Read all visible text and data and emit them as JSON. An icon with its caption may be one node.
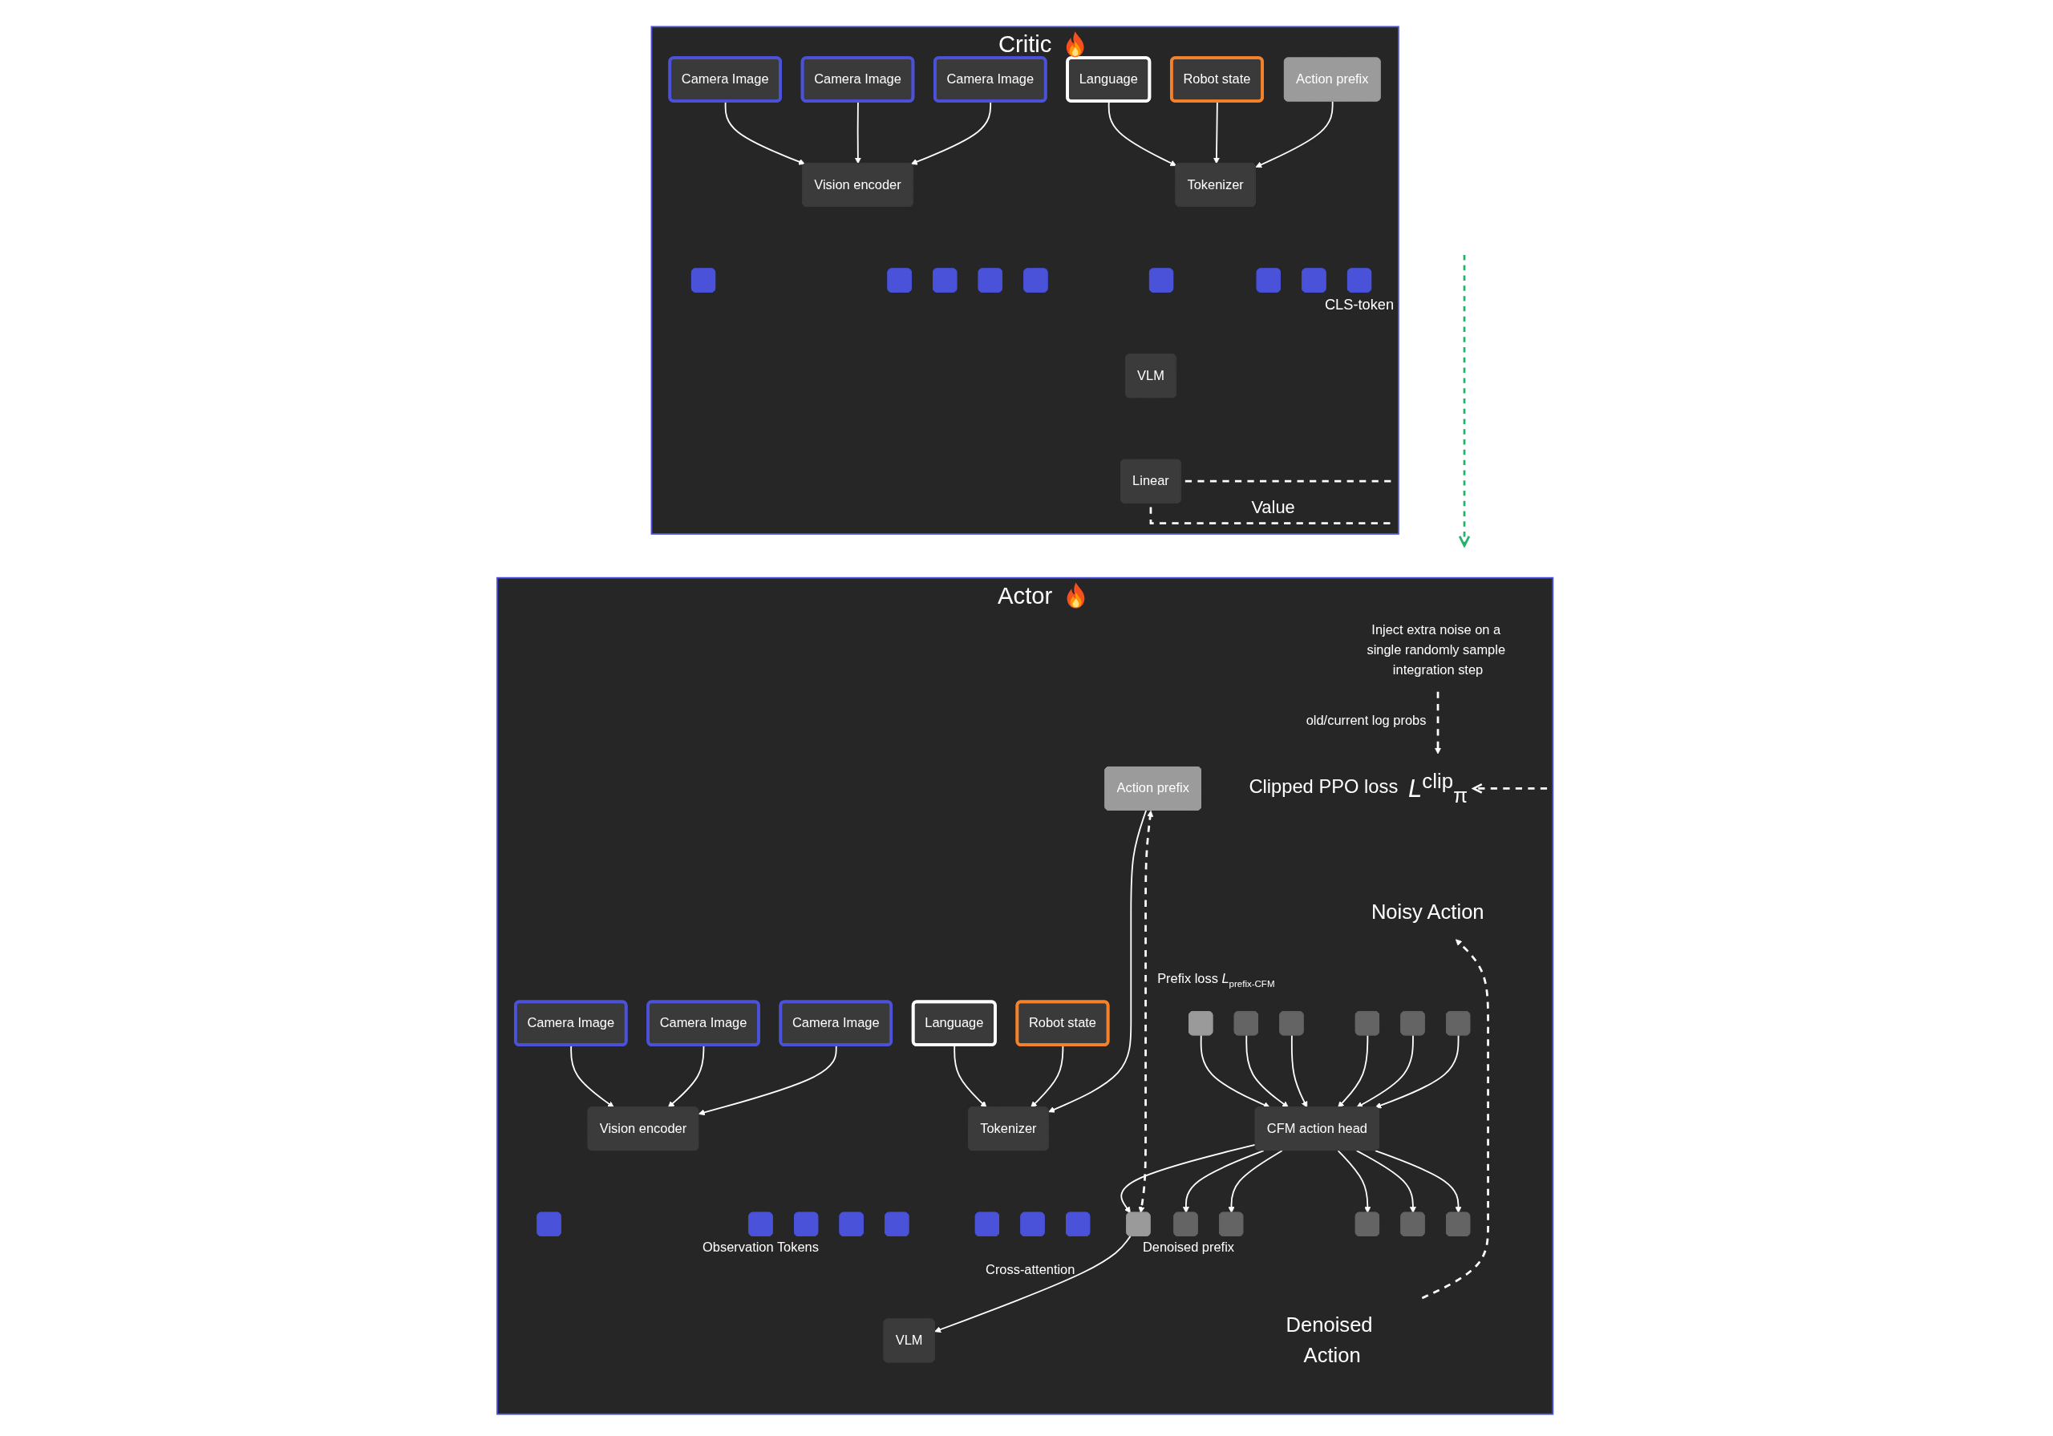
{
  "diagram": {
    "nodes": [
      {
        "text": [
          "Critic"
        ]
      },
      {
        "text": [
          "Camera Image"
        ],
        "in": 0
      },
      {
        "text": [
          "Camera Image"
        ],
        "in": 0
      },
      {
        "text": [
          "Camera Image"
        ],
        "in": 0
      },
      {
        "text": [
          "Language"
        ],
        "in": 0
      },
      {
        "text": [
          "Robot state"
        ],
        "in": 0
      },
      {
        "text": [
          "Action prefix"
        ],
        "in": 0
      },
      {
        "text": [
          "Vision encoder"
        ],
        "in": 0
      },
      {
        "text": [
          "Tokenizer"
        ],
        "in": 0
      },
      {
        "text": [],
        "shape": "box",
        "in": 0
      },
      {
        "text": [],
        "shape": "box",
        "in": 0
      },
      {
        "text": [],
        "shape": "box",
        "in": 0
      },
      {
        "text": [],
        "shape": "box",
        "in": 0
      },
      {
        "text": [],
        "shape": "box",
        "in": 0
      },
      {
        "text": [],
        "shape": "box",
        "in": 0
      },
      {
        "text": [],
        "shape": "box",
        "in": 0
      },
      {
        "text": [],
        "shape": "box",
        "in": 0
      },
      {
        "text": [],
        "shape": "box",
        "in": 0,
        "beside": [
          "CLS-token"
        ]
      },
      {
        "text": [
          "VLM"
        ],
        "in": 0
      },
      {
        "text": [
          "Linear"
        ],
        "in": 0
      },
      {
        "text": [
          "Actor"
        ]
      },
      {
        "text": [
          "Camera Image"
        ],
        "in": 20
      },
      {
        "text": [
          "Camera Image"
        ],
        "in": 20
      },
      {
        "text": [
          "Camera Image"
        ],
        "in": 20
      },
      {
        "text": [
          "Language"
        ],
        "in": 20
      },
      {
        "text": [
          "Robot state"
        ],
        "in": 20
      },
      {
        "text": [
          "Action prefix"
        ],
        "in": 20
      },
      {
        "text": [
          "Vision encoder"
        ],
        "in": 20
      },
      {
        "text": [
          "Tokenizer"
        ],
        "in": 20
      },
      {
        "text": [],
        "shape": "box",
        "in": 20
      },
      {
        "text": [],
        "shape": "box",
        "in": 20,
        "beside": [
          "Observation Tokens"
        ]
      },
      {
        "text": [],
        "shape": "box",
        "in": 20
      },
      {
        "text": [],
        "shape": "box",
        "in": 20
      },
      {
        "text": [],
        "shape": "box",
        "in": 20
      },
      {
        "text": [],
        "shape": "box",
        "in": 20
      },
      {
        "text": [],
        "shape": "box",
        "in": 20
      },
      {
        "text": [],
        "shape": "box",
        "in": 20
      },
      {
        "text": [
          "VLM"
        ],
        "in": 20
      },
      {
        "text": [
          "*L*$^{clip}$$_{π}$"
        ],
        "in": 20,
        "beside": [
          "Clipped PPO loss"
        ]
      },
      {
        "text": [
          "Noisy Action"
        ],
        "in": 20
      },
      {
        "text": [],
        "shape": "box",
        "in": 20
      },
      {
        "text": [],
        "shape": "box",
        "in": 20
      },
      {
        "text": [],
        "shape": "box",
        "in": 20
      },
      {
        "text": [],
        "shape": "box",
        "in": 20
      },
      {
        "text": [],
        "shape": "box",
        "in": 20
      },
      {
        "text": [],
        "shape": "box",
        "in": 20
      },
      {
        "text": [
          "CFM action head"
        ],
        "in": 20
      },
      {
        "text": [],
        "shape": "box",
        "in": 20,
        "beside": [
          "Denoised prefix"
        ]
      },
      {
        "text": [],
        "shape": "box",
        "in": 20
      },
      {
        "text": [],
        "shape": "box",
        "in": 20
      },
      {
        "text": [],
        "shape": "box",
        "in": 20
      },
      {
        "text": [],
        "shape": "box",
        "in": 20
      },
      {
        "text": [],
        "shape": "box",
        "in": 20
      },
      {
        "text": [
          "Denoised Action"
        ],
        "in": 20
      },
      {
        "text": [
          "Inject extra noise on a single randomly sample integration step"
        ],
        "in": 20
      }
    ],
    "edges": [
      {
        "from": 1,
        "to": 7,
        "arrow": "to"
      },
      {
        "from": 2,
        "to": 7,
        "arrow": "to"
      },
      {
        "from": 3,
        "to": 7,
        "arrow": "to"
      },
      {
        "from": 4,
        "to": 8,
        "arrow": "to"
      },
      {
        "from": 5,
        "to": 8,
        "arrow": "to"
      },
      {
        "from": 6,
        "to": 8,
        "arrow": "to"
      },
      {
        "from": 19,
        "to": null,
        "arrow": "none",
        "style": "dashed"
      },
      {
        "from": 19,
        "to": null,
        "arrow": "none",
        "style": "dashed",
        "label": "Value"
      },
      {
        "from": 21,
        "to": 27,
        "arrow": "to"
      },
      {
        "from": 22,
        "to": 27,
        "arrow": "to"
      },
      {
        "from": 23,
        "to": 27,
        "arrow": "to"
      },
      {
        "from": 24,
        "to": 28,
        "arrow": "to"
      },
      {
        "from": 25,
        "to": 28,
        "arrow": "to"
      },
      {
        "from": 26,
        "to": 28,
        "arrow": "to"
      },
      {
        "from": null,
        "to": 38,
        "arrow": "to",
        "style": "dashed"
      },
      {
        "from": 54,
        "to": 38,
        "arrow": "to",
        "style": "dashed",
        "label": "old/current log probs"
      },
      {
        "from": 53,
        "to": 39,
        "arrow": "to",
        "style": "dashed"
      },
      {
        "from": 40,
        "to": 46,
        "arrow": "to"
      },
      {
        "from": 41,
        "to": 46,
        "arrow": "to"
      },
      {
        "from": 42,
        "to": 46,
        "arrow": "to"
      },
      {
        "from": 43,
        "to": 46,
        "arrow": "to"
      },
      {
        "from": 44,
        "to": 46,
        "arrow": "to"
      },
      {
        "from": 45,
        "to": 46,
        "arrow": "to"
      },
      {
        "from": 46,
        "to": 47,
        "arrow": "to"
      },
      {
        "from": 46,
        "to": 48,
        "arrow": "to"
      },
      {
        "from": 46,
        "to": 49,
        "arrow": "to"
      },
      {
        "from": 46,
        "to": 50,
        "arrow": "to"
      },
      {
        "from": 46,
        "to": 51,
        "arrow": "to"
      },
      {
        "from": 46,
        "to": 52,
        "arrow": "to"
      },
      {
        "from": 47,
        "to": 37,
        "arrow": "to",
        "label": "Cross-attention"
      },
      {
        "from": 26,
        "to": 47,
        "arrow": "both",
        "style": "dashed",
        "label": "Prefix loss *L*$_{prefix-CFM}$"
      }
    ]
  }
}
